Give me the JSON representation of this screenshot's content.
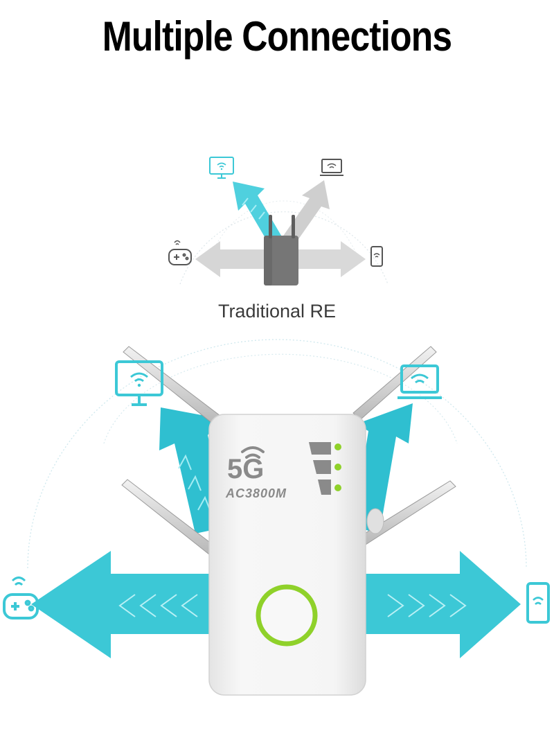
{
  "headline": "Multiple Connections",
  "traditional_label": "Traditional RE",
  "device": {
    "band_label": "5G",
    "model_label": "AC3800M"
  },
  "colors": {
    "accent": "#3cc8d6",
    "accent_dark": "#17b2c4",
    "grey_arrow": "#d3d3d3",
    "led_green": "#8fd12a",
    "device_body": "#efefef"
  },
  "icons": [
    "monitor-icon",
    "laptop-icon",
    "gamepad-icon",
    "smartphone-icon",
    "wifi-icon"
  ]
}
